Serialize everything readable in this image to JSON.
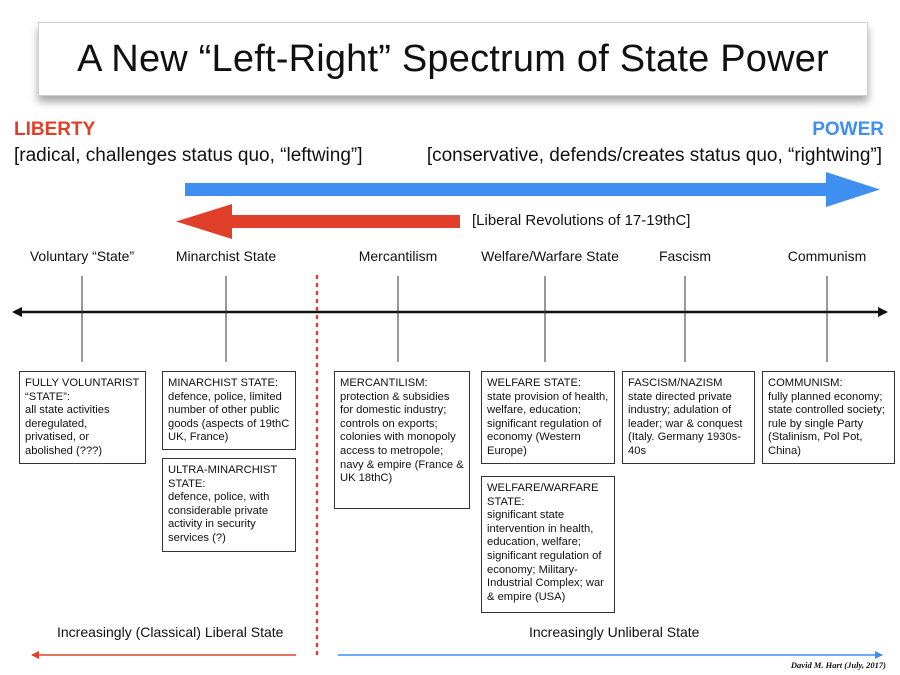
{
  "title": "A New “Left-Right” Spectrum of State Power",
  "left_pole": {
    "label": "LIBERTY",
    "description": "[radical, challenges status quo, “leftwing”]"
  },
  "right_pole": {
    "label": "POWER",
    "description": "[conservative, defends/creates status quo, “rightwing”]"
  },
  "revolution_label": "[Liberal Revolutions of 17-19thC]",
  "categories": [
    {
      "label": "Voluntary “State”"
    },
    {
      "label": "Minarchist State"
    },
    {
      "label": "Mercantilism"
    },
    {
      "label": "Welfare/Warfare State"
    },
    {
      "label": "Fascism"
    },
    {
      "label": "Communism"
    }
  ],
  "boxes": [
    {
      "heading": "FULLY VOLUNTARIST “STATE”:",
      "body": "all state activities deregulated, privatised, or abolished (???)"
    },
    {
      "heading": "MINARCHIST STATE:",
      "body": "defence, police, limited number of other public goods (aspects of 19thC UK, France)"
    },
    {
      "heading": "ULTRA-MINARCHIST STATE:",
      "body": "defence, police, with considerable private activity in security services (?)"
    },
    {
      "heading": "MERCANTILISM:",
      "body": "protection & subsidies for domestic industry; controls on exports; colonies with monopoly access to metropole; navy & empire (France & UK 18thC)"
    },
    {
      "heading": "WELFARE STATE:",
      "body": "state provision of health, welfare, education; significant regulation of economy (Western Europe)"
    },
    {
      "heading": "WELFARE/WARFARE STATE:",
      "body": "significant state intervention in health, education, welfare; significant regulation of economy; Military-Industrial Complex; war & empire (USA)"
    },
    {
      "heading": "FASCISM/NAZISM",
      "body": "state directed private industry; adulation of leader; war & conquest (Italy. Germany 1930s-40s"
    },
    {
      "heading": "COMMUNISM:",
      "body": "fully planned economy; state controlled society; rule by single Party (Stalinism, Pol Pot, China)"
    }
  ],
  "bottom": {
    "left": "Increasingly (Classical) Liberal State",
    "right": "Increasingly Unliberal State"
  },
  "credit": "David M. Hart (July, 2017)",
  "colors": {
    "liberty": "#e0402a",
    "power": "#3f8ff0",
    "divider": "#e0402a"
  }
}
